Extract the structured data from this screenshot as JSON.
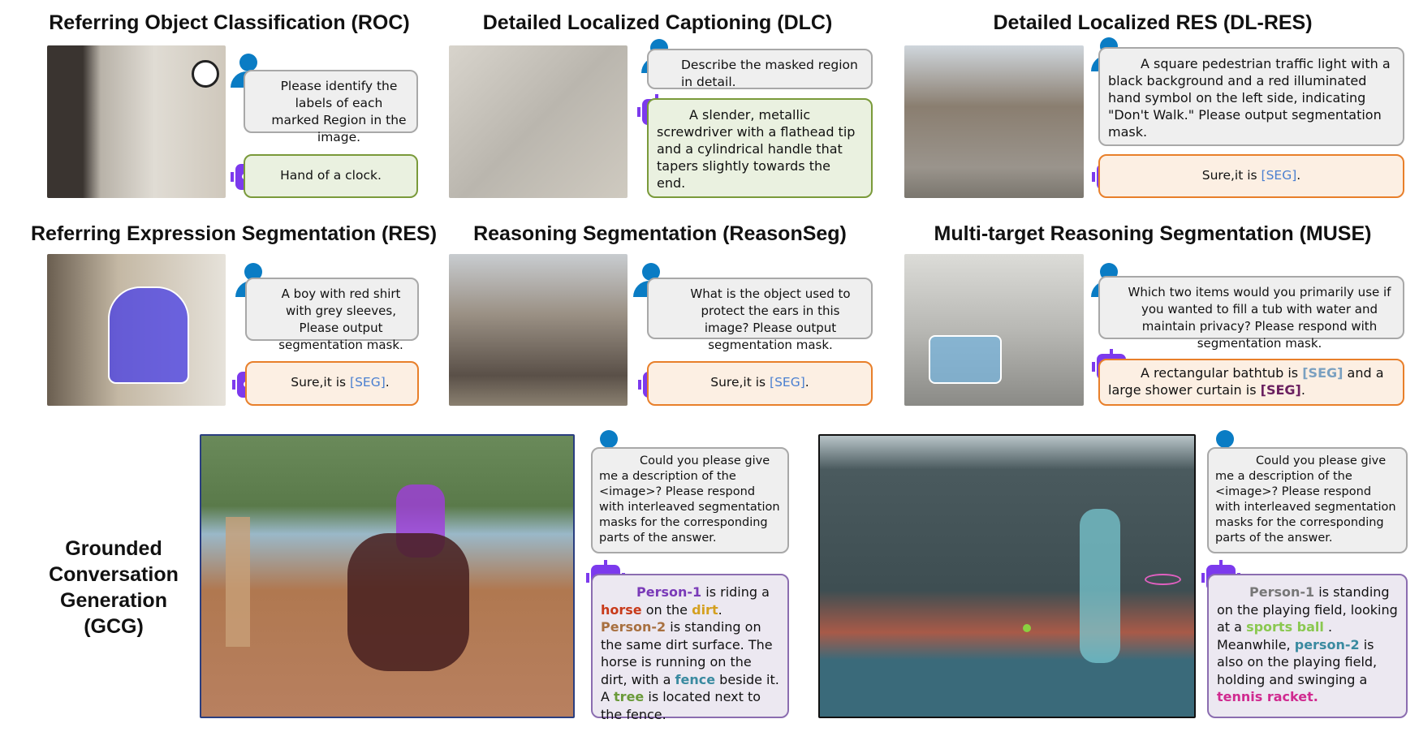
{
  "panels": {
    "roc": {
      "title": "Referring Object Classification (ROC)",
      "user": "Please identify the labels of each marked Region in the image.",
      "bot": "Hand of a clock."
    },
    "dlc": {
      "title": "Detailed Localized Captioning (DLC)",
      "user": "Describe the masked region  in detail.",
      "bot": "A slender, metallic screwdriver with a flathead tip and a cylindrical handle that tapers slightly towards the end."
    },
    "dlres": {
      "title": "Detailed Localized RES (DL-RES)",
      "user": "A square pedestrian traffic light with a black background and a red illuminated hand symbol on the left side, indicating \"Don't Walk.\" Please output segmentation mask.",
      "bot_prefix": "Sure,it is ",
      "bot_seg": "[SEG]",
      "bot_suffix": "."
    },
    "res": {
      "title": "Referring Expression Segmentation (RES)",
      "user": "A boy with red shirt with grey sleeves, Please output segmentation mask.",
      "bot_prefix": "Sure,it is ",
      "bot_seg": "[SEG]",
      "bot_suffix": "."
    },
    "reasonseg": {
      "title": "Reasoning Segmentation (ReasonSeg)",
      "user": "What is the object used to protect the ears in this image? Please output segmentation mask.",
      "bot_prefix": "Sure,it is ",
      "bot_seg": "[SEG]",
      "bot_suffix": "."
    },
    "muse": {
      "title": "Multi-target Reasoning Segmentation (MUSE)",
      "user": "Which two items would you primarily use if you wanted to fill a tub with water and maintain privacy? Please respond with segmentation mask.",
      "bot_1": "A rectangular bathtub is ",
      "bot_seg1": "[SEG]",
      "bot_2": " and a large shower curtain is ",
      "bot_seg2": "[SEG]",
      "bot_3": "."
    }
  },
  "gcg": {
    "label": "Grounded Conversation Generation (GCG)",
    "user": "Could you please give me a description of the <image>? Please respond with interleaved segmentation masks for the corresponding parts of the answer.",
    "ex1": [
      "Person-1",
      " is riding a ",
      "horse",
      " on the ",
      "dirt",
      ". ",
      "Person-2",
      " is standing on the same dirt surface. The horse is running on the dirt, with a ",
      "fence",
      " beside it. A ",
      "tree",
      " is located next to the fence."
    ],
    "ex2": [
      "Person-1",
      " is standing on the playing field, looking at a ",
      "sports ball",
      " . Meanwhile, ",
      "person-2",
      " is also on the playing field, holding and swinging a ",
      "tennis racket."
    ]
  },
  "colors": {
    "user_icon": "#0a7cc4",
    "bot_icon": "#7c3aed",
    "seg": "#4a7fd0"
  }
}
